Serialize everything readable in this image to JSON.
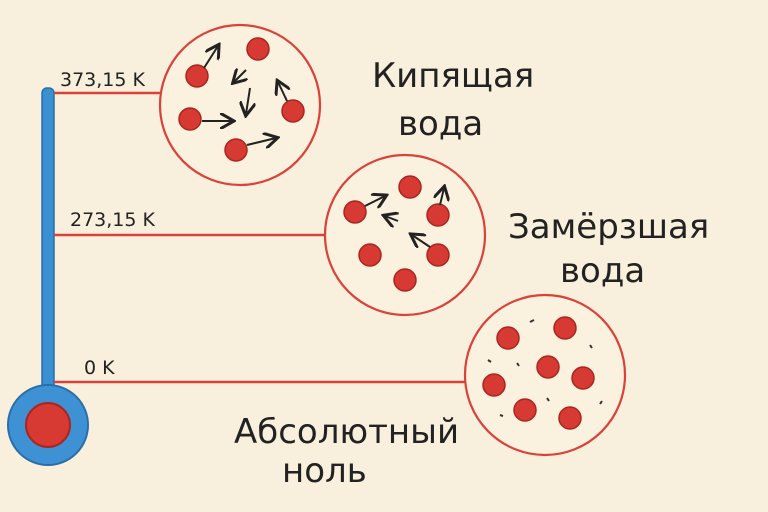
{
  "levels": [
    {
      "temperature": "373,15 K",
      "title_line1": "Кипящая",
      "title_line2": "вода"
    },
    {
      "temperature": "273,15 K",
      "title_line1": "Замёрзшая",
      "title_line2": "вода"
    },
    {
      "temperature": "0 K",
      "title_line1": "Абсолютный",
      "title_line2": "ноль"
    }
  ],
  "colors": {
    "thermometer": "#3a8fd0",
    "accent": "#d9423a",
    "background": "#f8f0dc"
  }
}
